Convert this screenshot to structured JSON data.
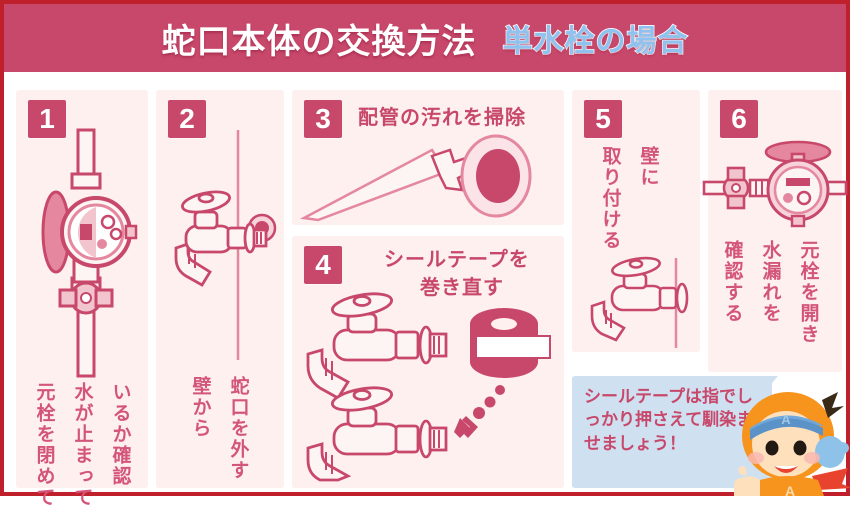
{
  "header": {
    "title_main": "蛇口本体の交換方法",
    "title_sub": "単水栓の場合",
    "bg_color": "#c8486b",
    "sub_color": "#8fc2ef",
    "frame_color": "#c0202c"
  },
  "steps": [
    {
      "number": "1",
      "caption_columns": [
        "元栓を閉めて",
        "水が止まって",
        "いるか確認"
      ],
      "illustration": "water-meter-with-main-valve",
      "caption_orientation": "vertical"
    },
    {
      "number": "2",
      "caption_columns": [
        "壁から",
        "蛇口を外す"
      ],
      "illustration": "faucet-detached-from-wall",
      "caption_orientation": "vertical"
    },
    {
      "number": "3",
      "heading": "配管の汚れを掃除",
      "illustration": "pipe-thread-being-cleaned",
      "caption_orientation": "horizontal"
    },
    {
      "number": "4",
      "heading_lines": [
        "シールテープを",
        "巻き直す"
      ],
      "illustration": "two-faucets-and-seal-tape-roll",
      "caption_orientation": "horizontal"
    },
    {
      "number": "5",
      "caption_columns": [
        "壁に",
        "取り付ける"
      ],
      "illustration": "faucet-mounted-on-wall",
      "caption_orientation": "vertical"
    },
    {
      "number": "6",
      "caption_columns": [
        "元栓を開き",
        "水漏れを",
        "確認する"
      ],
      "illustration": "water-meter-valve-opened",
      "caption_orientation": "vertical"
    }
  ],
  "tip": {
    "text": "シールテープは指でしっかり押さえて馴染ませましょう！",
    "bg_color": "#cfe0f0",
    "text_color": "#c8486b",
    "mascot": {
      "name": "orange-hooded-mascot",
      "hood_color": "#f7941e",
      "headband_color": "#6fa8dc",
      "headband_letter": "A",
      "chest_letter": "A",
      "scarf_color": "#e8432f"
    }
  },
  "palette": {
    "panel_bg": "#fdf0ee",
    "line_pink": "#c8486b",
    "light_pink": "#f2c5ce",
    "caption_pink": "#d4557a",
    "white": "#ffffff"
  }
}
